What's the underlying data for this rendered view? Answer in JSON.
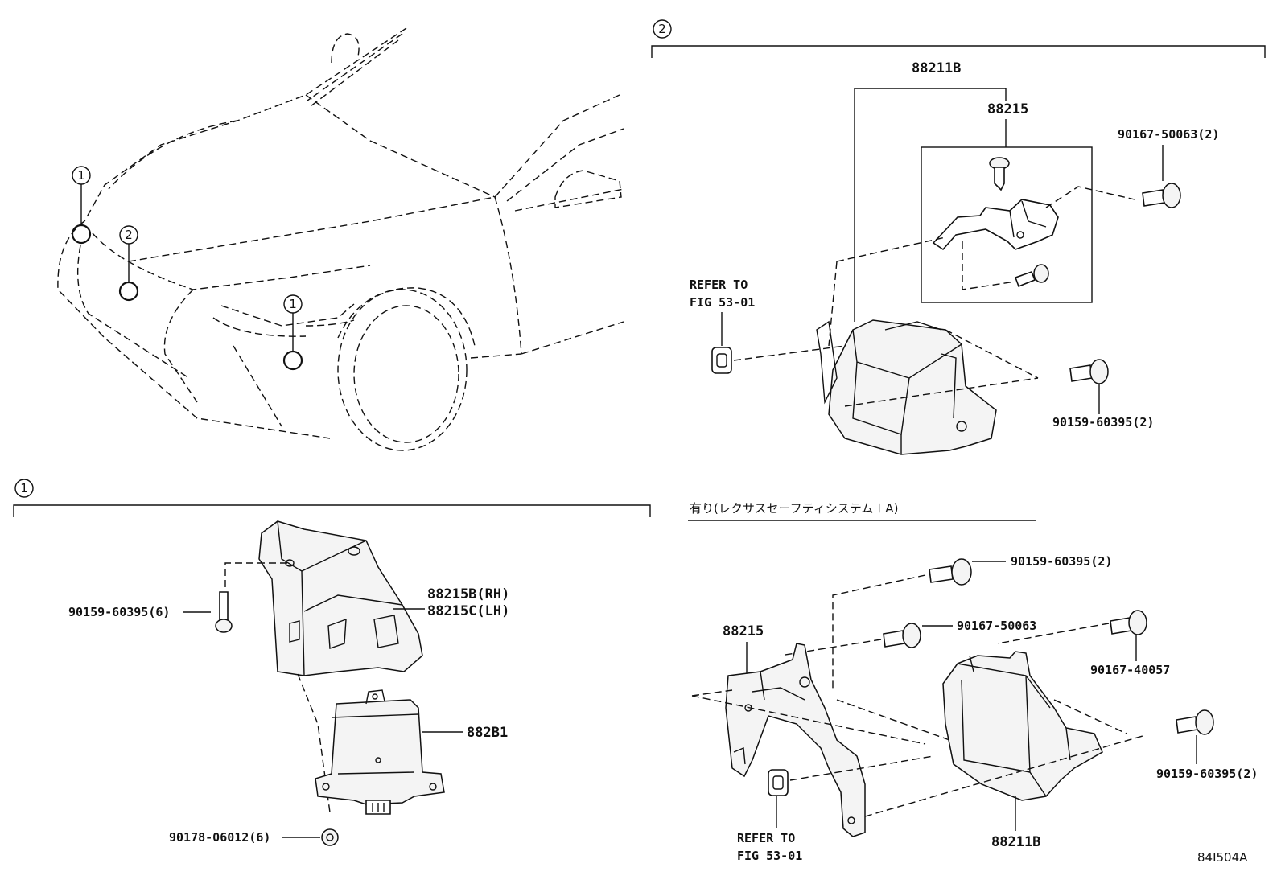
{
  "callouts": {
    "one": "1",
    "two": "2"
  },
  "sections": {
    "one_title": "1",
    "two_title": "2",
    "lss_note": "有り(レクサスセーフティシステム＋A)"
  },
  "labels": {
    "s2_88211B": "88211B",
    "s2_88215": "88215",
    "s2_90167_50063_2": "90167-50063(2)",
    "s2_refer_to": "REFER TO",
    "s2_fig": "FIG 53-01",
    "s2_90159_60395_2": "90159-60395(2)",
    "s1_90159_60395_6": "90159-60395(6)",
    "s1_88215B": "88215B(RH)",
    "s1_88215C": "88215C(LH)",
    "s1_882B1": "882B1",
    "s1_90178_06012_6": "90178-06012(6)",
    "lss_90159_60395_2a": "90159-60395(2)",
    "lss_90167_50063": "90167-50063",
    "lss_88215": "88215",
    "lss_90167_40057": "90167-40057",
    "lss_90159_60395_2b": "90159-60395(2)",
    "lss_refer_to": "REFER TO",
    "lss_fig": "FIG 53-01",
    "lss_88211B": "88211B",
    "diagram_code": "84I504A"
  }
}
